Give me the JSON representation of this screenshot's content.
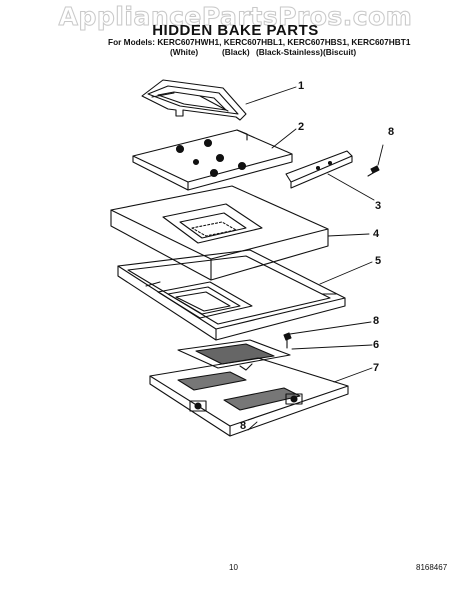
{
  "watermark": "AppliancePartsPros.com",
  "title": "HIDDEN BAKE PARTS",
  "models_line": "For Models: KERC607HWH1, KERC607HBL1, KERC607HBS1, KERC607HBT1",
  "colors": [
    "(White)",
    "(Black)",
    "(Black-Stainless)",
    "(Biscuit)"
  ],
  "callouts": [
    "1",
    "2",
    "8",
    "3",
    "4",
    "5",
    "8",
    "6",
    "7",
    "8"
  ],
  "page_number": "10",
  "doc_number": "8168467"
}
